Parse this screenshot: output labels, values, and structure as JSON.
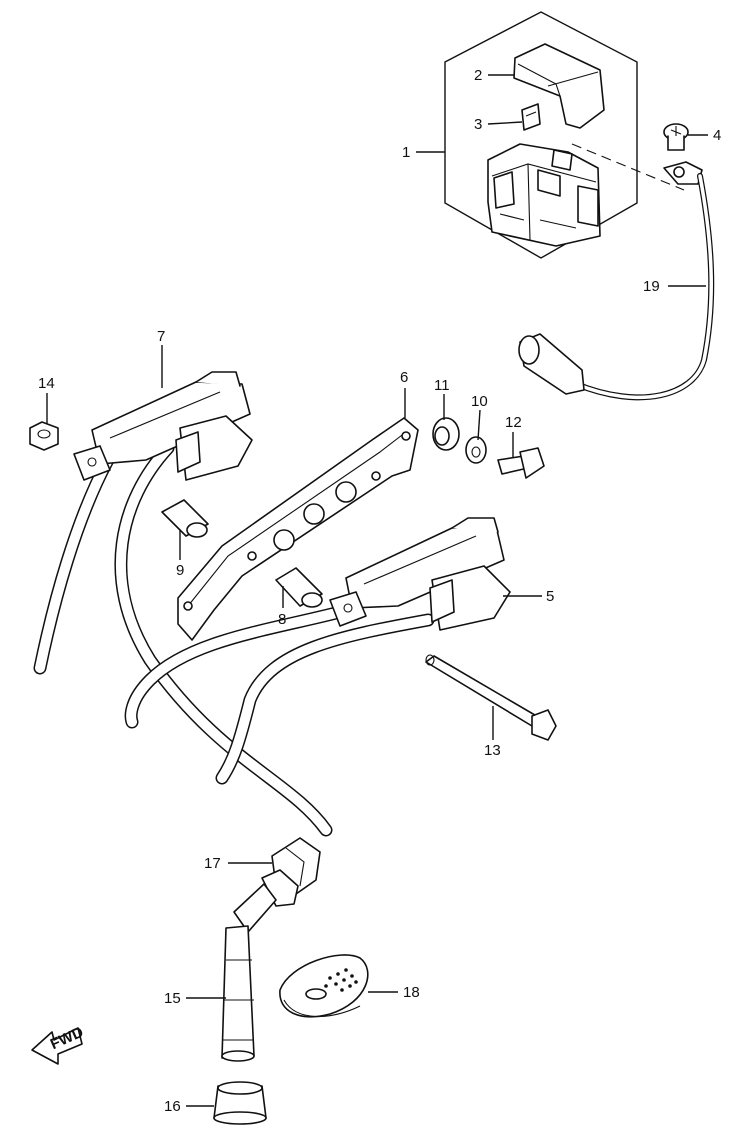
{
  "callouts": {
    "c1": "1",
    "c2": "2",
    "c3": "3",
    "c4": "4",
    "c5": "5",
    "c6": "6",
    "c7": "7",
    "c8": "8",
    "c9": "9",
    "c10": "10",
    "c11": "11",
    "c12": "12",
    "c13": "13",
    "c14": "14",
    "c15": "15",
    "c16": "16",
    "c17": "17",
    "c18": "18",
    "c19": "19"
  },
  "fwd_label": "FWD"
}
